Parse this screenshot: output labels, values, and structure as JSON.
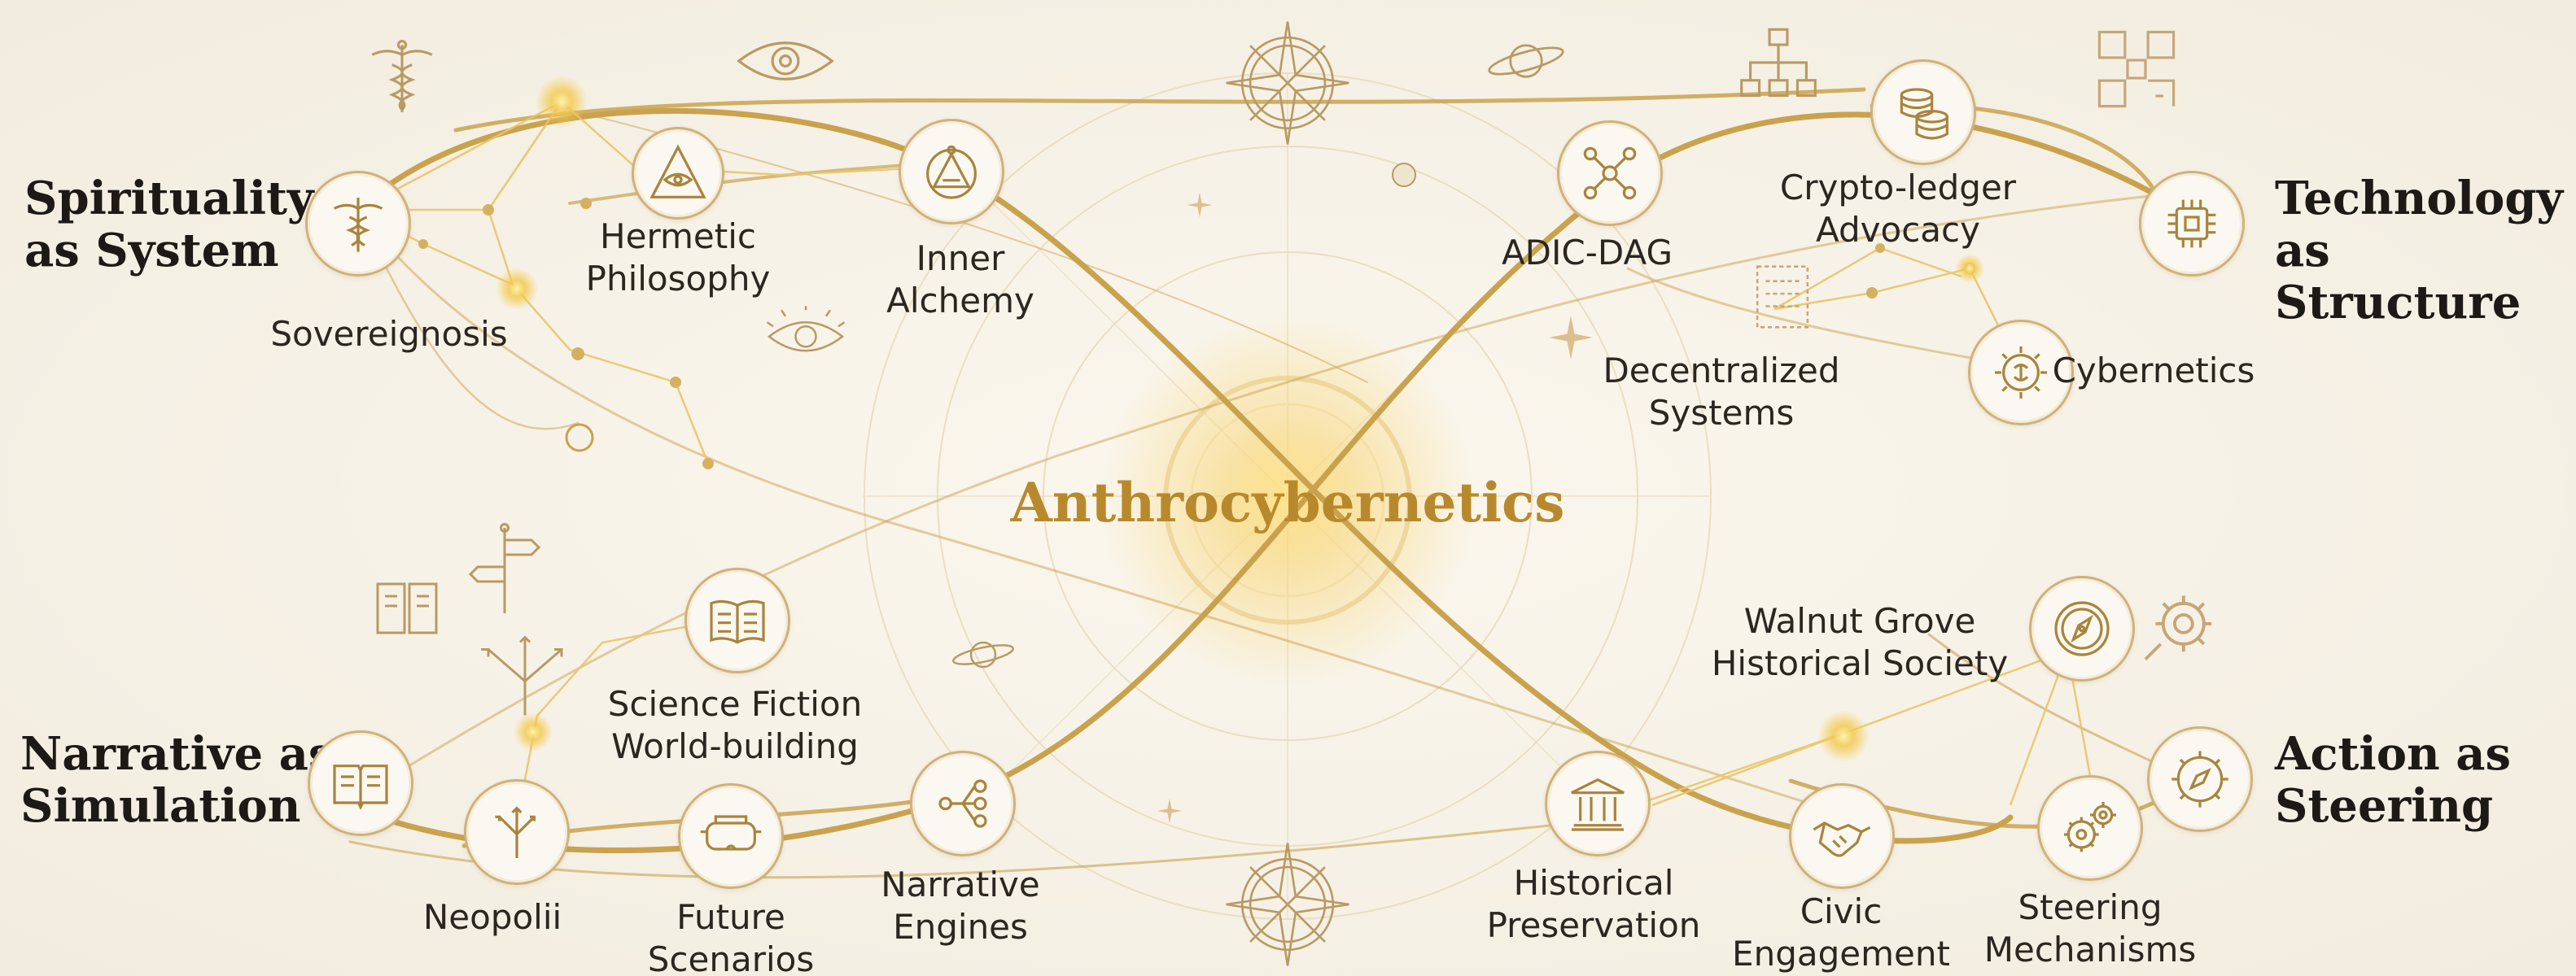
{
  "title": "Anthrocybernetics",
  "quadrants": {
    "top_left": "Spirituality\nas System",
    "top_right": "Technology\nas Structure",
    "bottom_left": "Narrative as\nSimulation",
    "bottom_right": "Action as\nSteering"
  },
  "nodes": {
    "sovereignosis": "Sovereignosis",
    "hermetic_philosophy": "Hermetic\nPhilosophy",
    "inner_alchemy": "Inner\nAlchemy",
    "adic_dag": "ADIC-DAG",
    "crypto_ledger_advocacy": "Crypto-ledger\nAdvocacy",
    "decentralized_systems": "Decentralized\nSystems",
    "cybernetics": "Cybernetics",
    "science_fiction_world_building": "Science Fiction\nWorld-building",
    "neopolii": "Neopolii",
    "future_scenarios": "Future\nScenarios",
    "narrative_engines": "Narrative\nEngines",
    "walnut_grove_historical_society": "Walnut Grove\nHistorical Society",
    "historical_preservation": "Historical\nPreservation",
    "civic_engagement": "Civic\nEngagement",
    "steering_mechanisms": "Steering\nMechanisms"
  },
  "icons": {
    "spirituality": "caduceus-icon",
    "hermetic_philosophy": "eye-pyramid-icon",
    "inner_alchemy": "alchemy-triangle-icon",
    "adic_dag": "graph-network-icon",
    "crypto_ledger_advocacy": "coin-stack-icon",
    "decentralized_systems": "server-nodes-icon",
    "technology": "microchip-icon",
    "cybernetics": "gear-brain-icon",
    "science_fiction_world_building": "open-book-icon",
    "narrative": "book-icon",
    "neopolii": "branching-arrows-icon",
    "future_scenarios": "vr-headset-icon",
    "narrative_engines": "branching-nodes-icon",
    "walnut_grove_historical_society": "compass-icon",
    "historical_preservation": "museum-building-icon",
    "civic_engagement": "handshake-icon",
    "steering_mechanisms": "gears-icon",
    "action": "compass-wheel-icon"
  },
  "colors": {
    "background": "#f6f1e6",
    "gold": "#c9a24e",
    "title": "#b8892c",
    "text": "#2b2620"
  }
}
